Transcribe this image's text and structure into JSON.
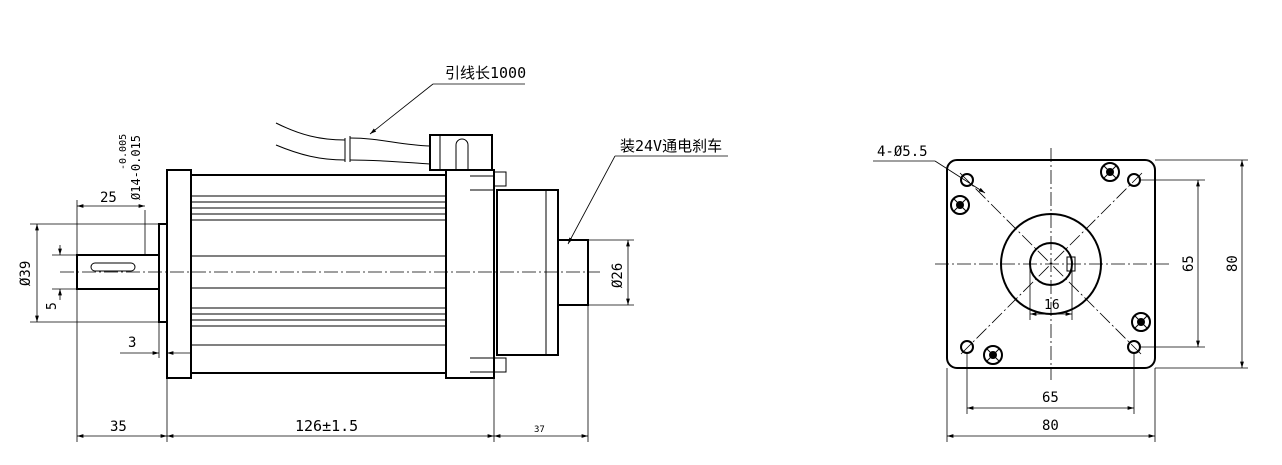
{
  "side_view": {
    "cable_length_label": "引线长1000",
    "brake_label": "装24V通电刹车",
    "shaft_tolerance_upper": "-0.005",
    "shaft_tolerance_lower": "Ø14-0.015",
    "dim_shaft_length": "25",
    "dim_pilot_diameter": "Ø39",
    "dim_key_offset": "5",
    "dim_pilot_height": "3",
    "dim_shaft_extension": "35",
    "dim_body_length": "126±1.5",
    "dim_brake_length": "37",
    "dim_brake_diameter": "Ø26"
  },
  "end_view": {
    "mount_holes_label": "4-Ø5.5",
    "dim_bolt_circle_v": "65",
    "dim_flange_v": "80",
    "dim_key_width": "16",
    "dim_bolt_circle_h": "65",
    "dim_flange_h": "80"
  }
}
